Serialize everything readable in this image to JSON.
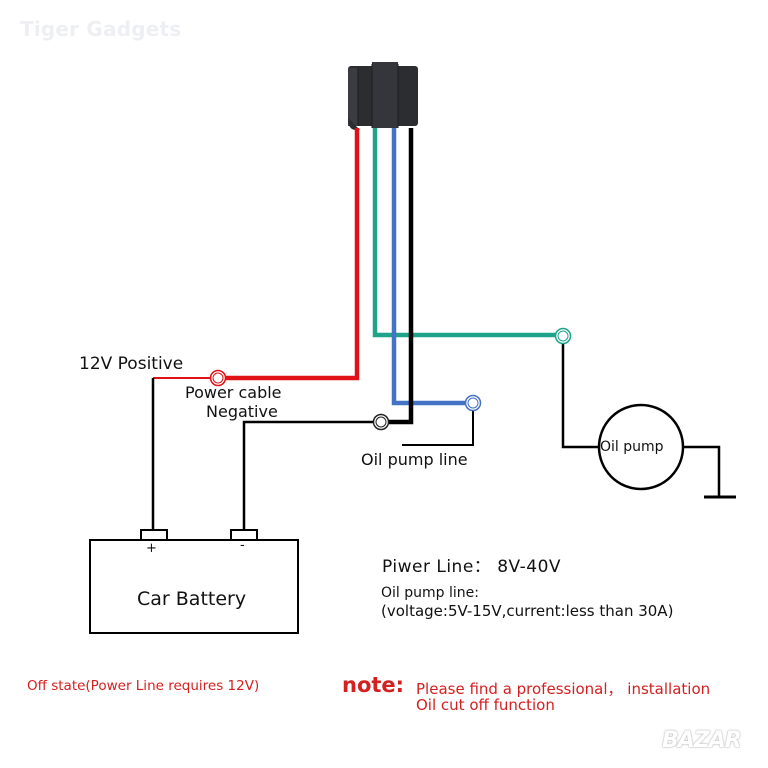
{
  "watermarks": {
    "top_left": "Tiger Gadgets",
    "bottom_right": "BAZAR"
  },
  "colors": {
    "background": "#ffffff",
    "wire_red": "#e01218",
    "wire_teal": "#1fa38a",
    "wire_blue": "#4472c4",
    "wire_black": "#000000",
    "connector_body": "#2b2d31",
    "note_red": "#d42020"
  },
  "device": {
    "name": "relay-connector",
    "wires": [
      {
        "color": "red",
        "role": "Power cable (12V Positive)"
      },
      {
        "color": "teal",
        "role": "Oil pump"
      },
      {
        "color": "blue",
        "role": "Oil pump line"
      },
      {
        "color": "black",
        "role": "Power cable Negative"
      }
    ]
  },
  "labels": {
    "positive": "12V Positive",
    "power_cable": "Power cable",
    "negative": "Negative",
    "oil_pump_line": "Oil pump line",
    "oil_pump": "Oil pump",
    "battery": "Car Battery",
    "battery_plus": "+",
    "battery_minus": "-"
  },
  "specs": {
    "power_line": "Piwer Line： 8V-40V",
    "oil_pump_line_title": "Oil pump line:",
    "oil_pump_line_detail": "(voltage:5V-15V,current:less than 30A)"
  },
  "notes": {
    "off_state": "Off state(Power Line requires 12V)",
    "note_label": "note:",
    "note_line_1": "Please find a professional， installation",
    "note_line_2": "Oil cut off function"
  }
}
